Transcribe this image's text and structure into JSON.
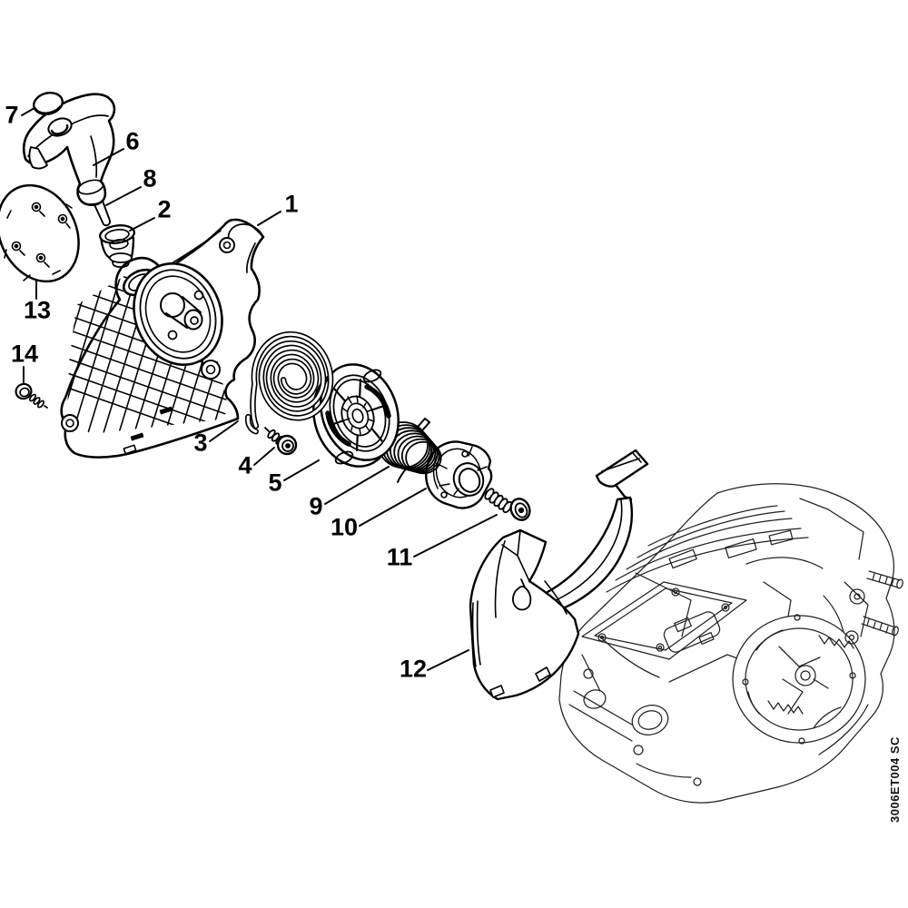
{
  "diagram": {
    "code": "3006ET004 SC",
    "labels": [
      "1",
      "2",
      "3",
      "4",
      "5",
      "6",
      "7",
      "8",
      "9",
      "10",
      "11",
      "12",
      "13",
      "14"
    ],
    "colors": {
      "ink": "#000000",
      "paper": "#ffffff"
    }
  }
}
